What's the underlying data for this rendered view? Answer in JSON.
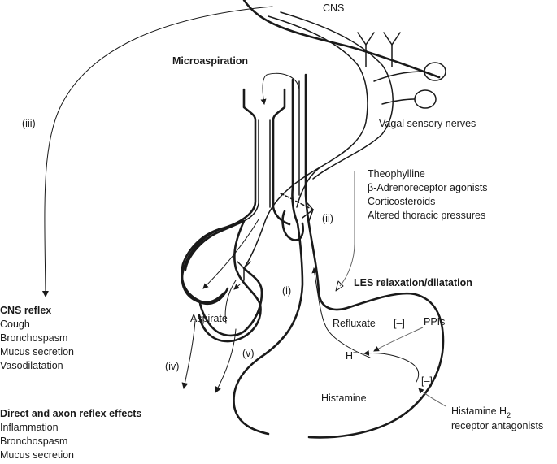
{
  "labels": {
    "cns": "CNS",
    "microaspiration": "Microaspiration",
    "pathway_iii": "(iii)",
    "vagal_sensory_nerves": "Vagal sensory nerves",
    "pathway_ii": "(ii)",
    "pathway_i": "(i)",
    "pathway_iv": "(iv)",
    "pathway_v": "(v)",
    "aspirate": "Aspirate",
    "refluxate": "Refluxate",
    "ppis": "PPIs",
    "inhibit_ppis": "[–]",
    "inhibit_h2": "[–]",
    "h_plus": "H",
    "h_plus_sup": "+",
    "histamine": "Histamine",
    "h2_antagonists_line1": "Histamine H",
    "h2_antagonists_sub": "2",
    "h2_antagonists_line2": "receptor antagonists",
    "les_relaxation": "LES relaxation/dilatation"
  },
  "les_factors": [
    "Theophylline",
    "β-Adrenoreceptor agonists",
    "Corticosteroids",
    "Altered thoracic pressures"
  ],
  "cns_reflex": {
    "title": "CNS reflex",
    "items": [
      "Cough",
      "Bronchospasm",
      "Mucus secretion",
      "Vasodilatation"
    ]
  },
  "direct_effects": {
    "title": "Direct and axon reflex effects",
    "items": [
      "Inflammation",
      "Bronchospasm",
      "Mucus secretion"
    ]
  }
}
